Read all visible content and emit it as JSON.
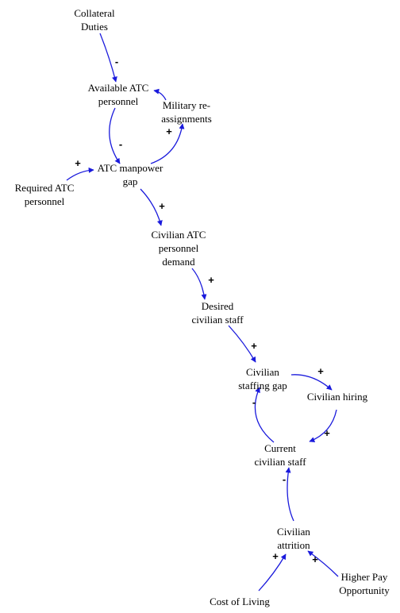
{
  "colors": {
    "link": "#1a1adc",
    "text": "#000000",
    "background": "#ffffff"
  },
  "nodes": [
    {
      "id": "collateral-duties",
      "lines": [
        "Collateral",
        "Duties"
      ]
    },
    {
      "id": "available-atc",
      "lines": [
        "Available ATC",
        "personnel"
      ]
    },
    {
      "id": "military-reassign",
      "lines": [
        "Military re-",
        "assignments"
      ]
    },
    {
      "id": "atc-manpower-gap",
      "lines": [
        "ATC manpower",
        "gap"
      ]
    },
    {
      "id": "required-atc",
      "lines": [
        "Required ATC",
        "personnel"
      ]
    },
    {
      "id": "civilian-atc-demand",
      "lines": [
        "Civilian ATC",
        "personnel",
        "demand"
      ]
    },
    {
      "id": "desired-civilian",
      "lines": [
        "Desired",
        "civilian staff"
      ]
    },
    {
      "id": "civilian-staff-gap",
      "lines": [
        "Civilian",
        "staffing gap"
      ]
    },
    {
      "id": "civilian-hiring",
      "lines": [
        "Civilian hiring"
      ]
    },
    {
      "id": "current-civilian",
      "lines": [
        "Current",
        "civilian staff"
      ]
    },
    {
      "id": "civilian-attrition",
      "lines": [
        "Civilian",
        "attrition"
      ]
    },
    {
      "id": "cost-of-living",
      "lines": [
        "Cost of Living"
      ]
    },
    {
      "id": "higher-pay",
      "lines": [
        "Higher Pay",
        "Opportunity"
      ]
    }
  ],
  "links": [
    {
      "from": "collateral-duties",
      "to": "available-atc",
      "polarity": "-"
    },
    {
      "from": "available-atc",
      "to": "atc-manpower-gap",
      "polarity": "-"
    },
    {
      "from": "atc-manpower-gap",
      "to": "military-reassign",
      "polarity": "+"
    },
    {
      "from": "military-reassign",
      "to": "available-atc",
      "polarity": ""
    },
    {
      "from": "required-atc",
      "to": "atc-manpower-gap",
      "polarity": "+"
    },
    {
      "from": "atc-manpower-gap",
      "to": "civilian-atc-demand",
      "polarity": "+"
    },
    {
      "from": "civilian-atc-demand",
      "to": "desired-civilian",
      "polarity": "+"
    },
    {
      "from": "desired-civilian",
      "to": "civilian-staff-gap",
      "polarity": "+"
    },
    {
      "from": "civilian-staff-gap",
      "to": "civilian-hiring",
      "polarity": "+"
    },
    {
      "from": "civilian-hiring",
      "to": "current-civilian",
      "polarity": "+"
    },
    {
      "from": "current-civilian",
      "to": "civilian-staff-gap",
      "polarity": "-"
    },
    {
      "from": "civilian-attrition",
      "to": "current-civilian",
      "polarity": "-"
    },
    {
      "from": "cost-of-living",
      "to": "civilian-attrition",
      "polarity": "+"
    },
    {
      "from": "higher-pay",
      "to": "civilian-attrition",
      "polarity": "+"
    }
  ]
}
